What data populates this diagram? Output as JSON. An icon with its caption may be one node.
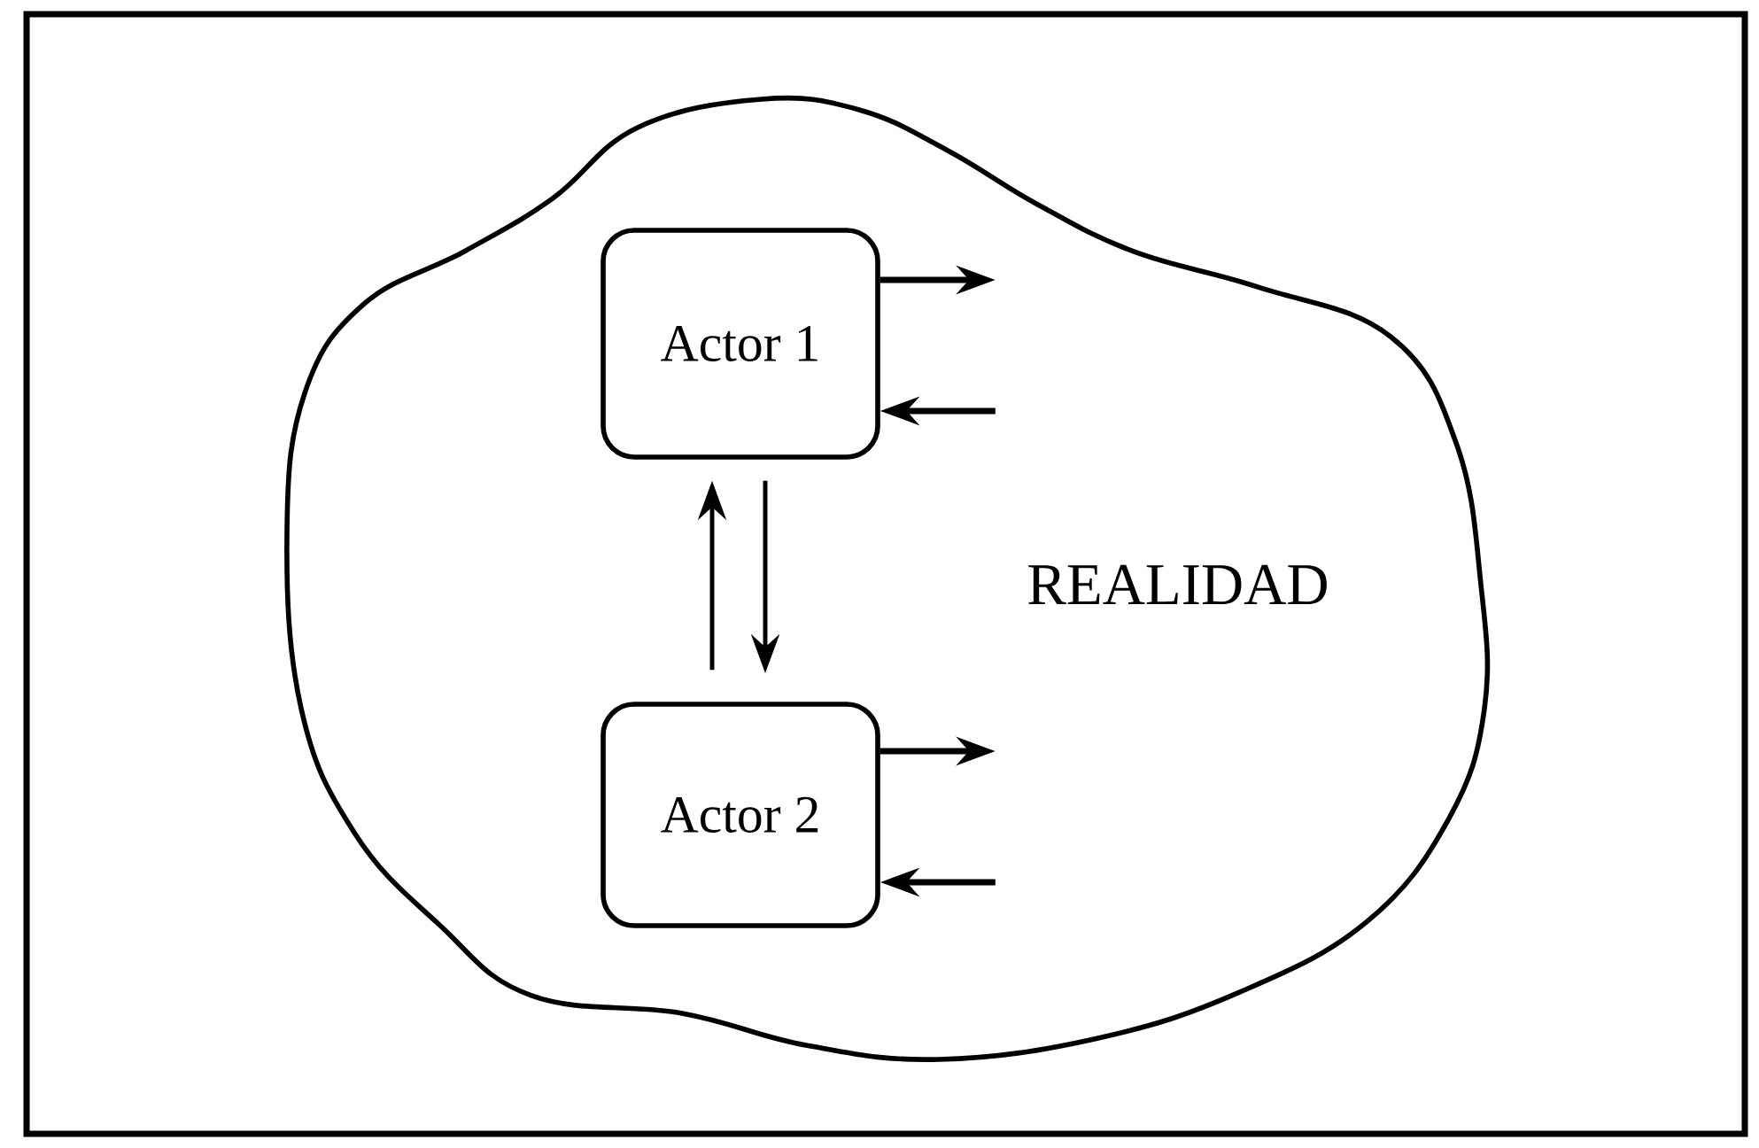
{
  "diagram": {
    "nodes": [
      {
        "text": [
          "REALIDAD"
        ]
      },
      {
        "text": [
          "Actor 1"
        ],
        "in": 0
      },
      {
        "text": [
          "Actor 2"
        ],
        "in": 0
      }
    ],
    "edges": [
      {
        "from": 2,
        "to": 1,
        "arrow": "to"
      },
      {
        "from": 1,
        "to": 2,
        "arrow": "to"
      },
      {
        "from": 1,
        "to": null,
        "arrow": "to"
      },
      {
        "from": null,
        "to": 1,
        "arrow": "to"
      },
      {
        "from": 2,
        "to": null,
        "arrow": "to"
      },
      {
        "from": null,
        "to": 2,
        "arrow": "to"
      }
    ]
  }
}
